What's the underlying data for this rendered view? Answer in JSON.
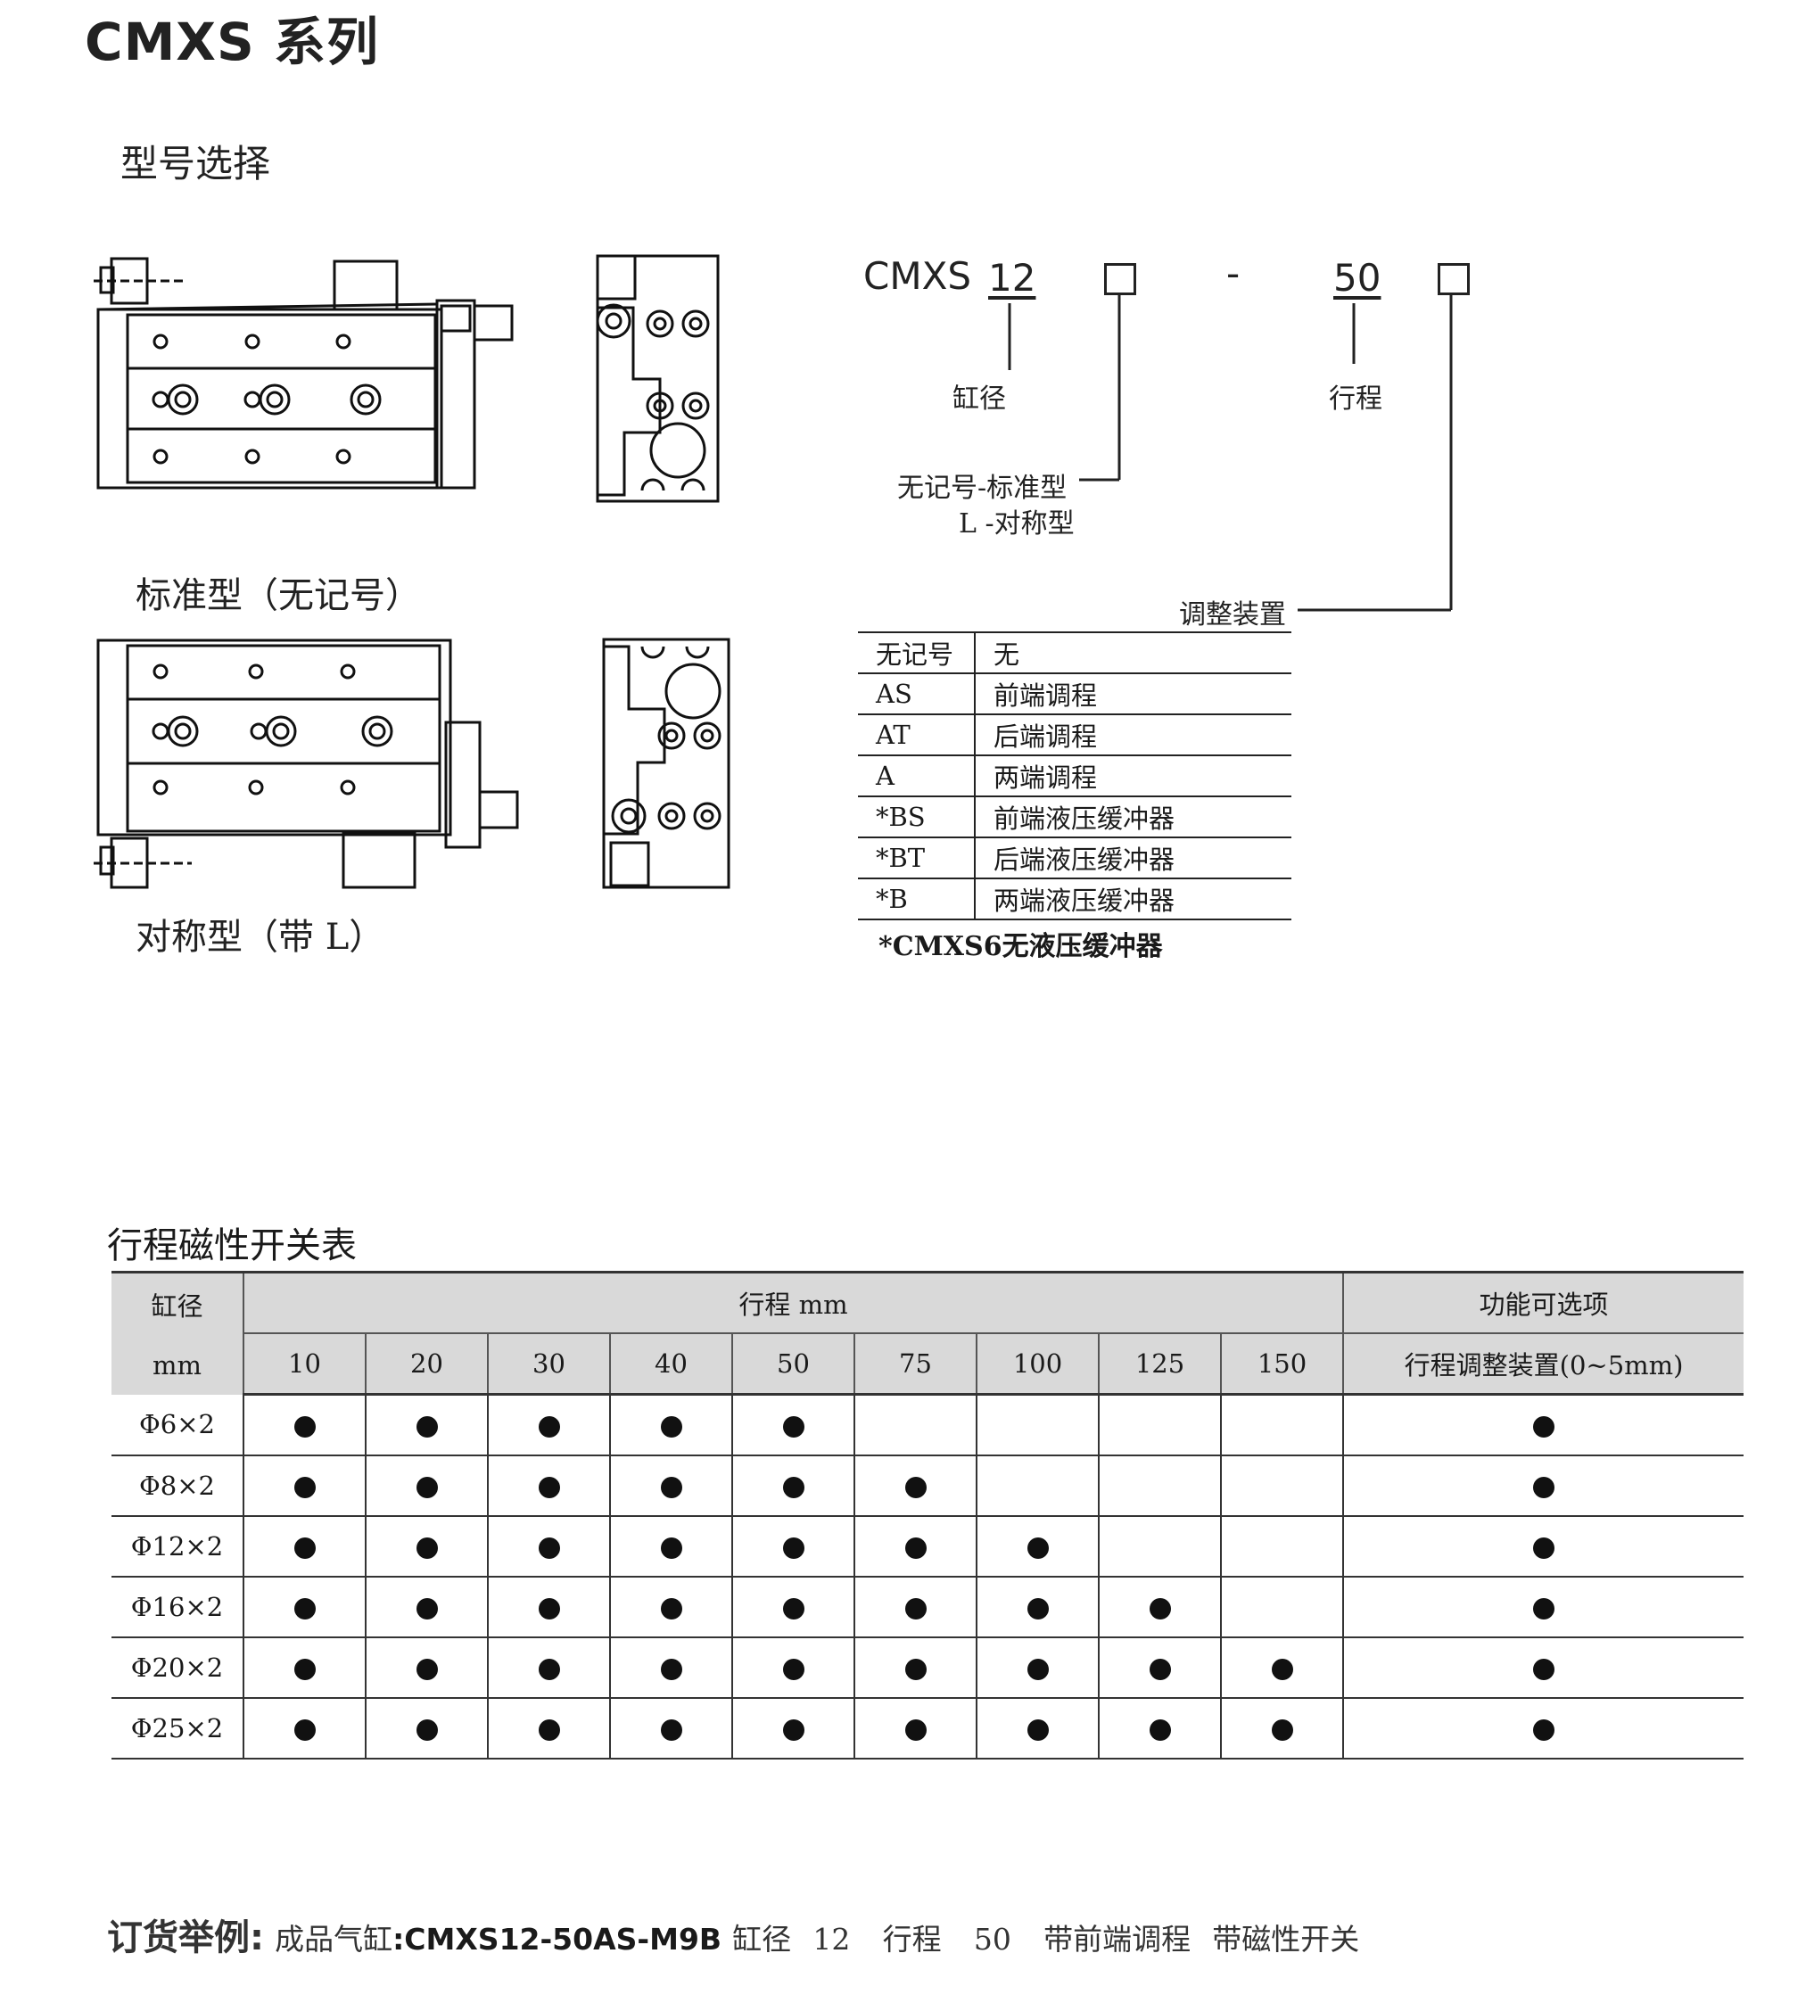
{
  "page_title": "CMXS 系列",
  "section_title": "型号选择",
  "drawings": {
    "standard_caption": "标准型（无记号）",
    "symmetric_caption": "对称型（带 L）"
  },
  "model_code": {
    "prefix": "CMXS",
    "bore_value": "12",
    "dash": "-",
    "stroke_value": "50",
    "bore_label": "缸径",
    "stroke_label": "行程",
    "type_option_1": "无记号-标准型",
    "type_option_2": "L -对称型",
    "adjuster_label": "调整装置"
  },
  "adjuster_table": {
    "rows": [
      {
        "code": "无记号",
        "desc": "无"
      },
      {
        "code": "AS",
        "desc": "前端调程"
      },
      {
        "code": "AT",
        "desc": "后端调程"
      },
      {
        "code": "A",
        "desc": "两端调程"
      },
      {
        "code": "*BS",
        "desc": "前端液压缓冲器"
      },
      {
        "code": "*BT",
        "desc": "后端液压缓冲器"
      },
      {
        "code": "*B",
        "desc": "两端液压缓冲器"
      }
    ],
    "note": "*CMXS6无液压缓冲器"
  },
  "stroke_table": {
    "title": "行程磁性开关表",
    "bore_header_1": "缸径",
    "bore_header_2": "mm",
    "stroke_header": "行程 mm",
    "function_header": "功能可选项",
    "function_subheader": "行程调整装置(0~5mm)",
    "strokes": [
      "10",
      "20",
      "30",
      "40",
      "50",
      "75",
      "100",
      "125",
      "150"
    ],
    "rows": [
      {
        "bore": "Φ6×2",
        "available": [
          true,
          true,
          true,
          true,
          true,
          false,
          false,
          false,
          false
        ],
        "adjuster": true
      },
      {
        "bore": "Φ8×2",
        "available": [
          true,
          true,
          true,
          true,
          true,
          true,
          false,
          false,
          false
        ],
        "adjuster": true
      },
      {
        "bore": "Φ12×2",
        "available": [
          true,
          true,
          true,
          true,
          true,
          true,
          true,
          false,
          false
        ],
        "adjuster": true
      },
      {
        "bore": "Φ16×2",
        "available": [
          true,
          true,
          true,
          true,
          true,
          true,
          true,
          true,
          false
        ],
        "adjuster": true
      },
      {
        "bore": "Φ20×2",
        "available": [
          true,
          true,
          true,
          true,
          true,
          true,
          true,
          true,
          true
        ],
        "adjuster": true
      },
      {
        "bore": "Φ25×2",
        "available": [
          true,
          true,
          true,
          true,
          true,
          true,
          true,
          true,
          true
        ],
        "adjuster": true
      }
    ]
  },
  "order_example": {
    "label": "订货举例:",
    "product": "成品气缸",
    "colon": ":",
    "code": "CMXS12-50AS-M9B",
    "bore_text": "缸径",
    "bore_value": "12",
    "stroke_text": "行程",
    "stroke_value": "50",
    "feature_1": "带前端调程",
    "feature_2": "带磁性开关"
  }
}
